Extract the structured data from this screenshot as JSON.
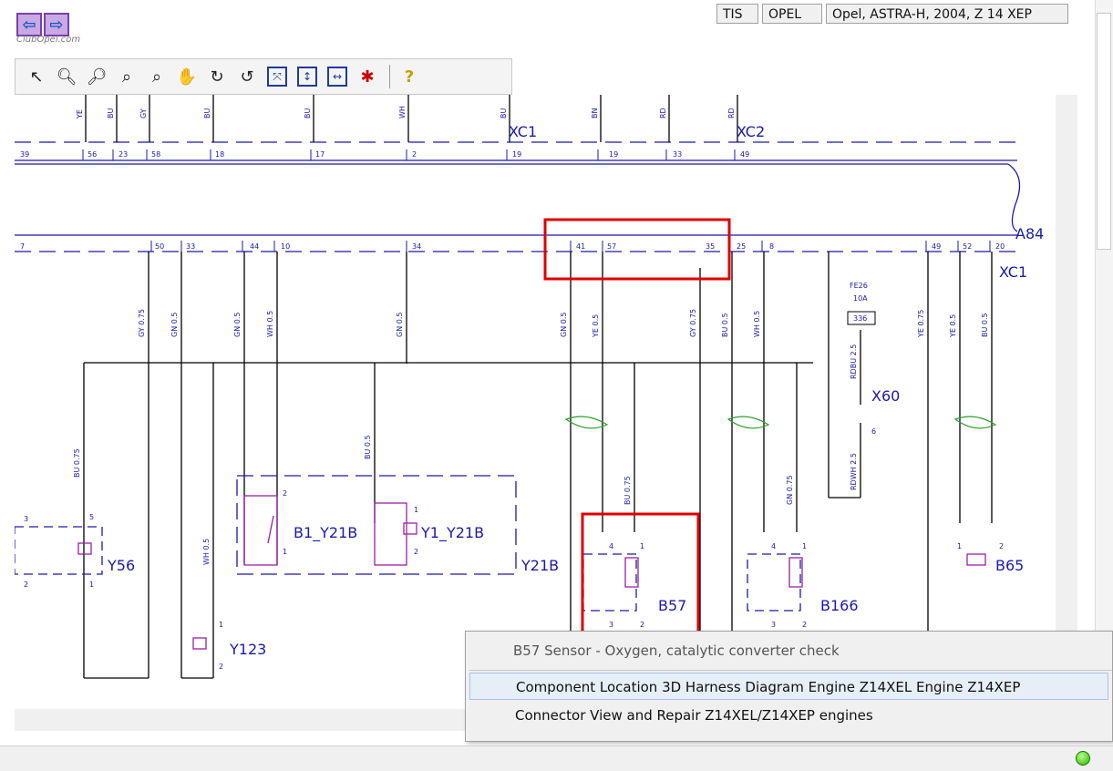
{
  "nav": {
    "back_icon": "arrow-left-icon",
    "forward_icon": "arrow-right-icon",
    "watermark": "ClubOpel.com"
  },
  "toolbar": {
    "tools": [
      "select-arrow-icon",
      "zoom-in-icon",
      "zoom-out-icon",
      "zoom-icon",
      "zoom-window-icon",
      "pan-hand-icon",
      "rotate-right-icon",
      "rotate-left-icon",
      "fit-all-icon",
      "fit-height-icon",
      "fit-width-icon",
      "highlight-icon",
      "help-icon"
    ]
  },
  "diagram": {
    "top_wires": [
      "YE",
      "BU",
      "GY",
      "BU",
      "BU",
      "WH",
      "BU",
      "BN",
      "RD",
      "RD"
    ],
    "top_pins": [
      "39",
      "56",
      "23",
      "58",
      "18",
      "17",
      "2",
      "19",
      "19",
      "33",
      "49"
    ],
    "connector_xc1_top": "XC1",
    "connector_xc2": "XC2",
    "module": "A84",
    "mid_pins": [
      "7",
      "50",
      "33",
      "44",
      "10",
      "34",
      "41",
      "57",
      "35",
      "25",
      "8",
      "49",
      "52",
      "20"
    ],
    "connector_xc1_right": "XC1",
    "wires": [
      "GY 0.75",
      "GN 0.5",
      "GN 0.5",
      "WH 0.5",
      "GN 0.5",
      "GN 0.5",
      "YE 0.5",
      "GY 0.75",
      "BU 0.5",
      "WH 0.5",
      "YE 0.75",
      "YE 0.5",
      "BU 0.5",
      "BU 0.75",
      "BU 0.5",
      "BU 0.75",
      "GN 0.75",
      "WH 0.5",
      "RDBU 2.5",
      "RDWH 2.5"
    ],
    "fuse_label": "FE26",
    "fuse_rating": "10A",
    "fuse_num": "336",
    "x60": "X60",
    "x60_pin": "6",
    "components": [
      "Y56",
      "B1_Y21B",
      "Y1_Y21B",
      "Y21B",
      "Y123",
      "B57",
      "B166",
      "B65"
    ],
    "comp_pins": [
      "3",
      "5",
      "2",
      "1",
      "2",
      "1",
      "1",
      "2",
      "1",
      "2",
      "4",
      "1",
      "3",
      "2",
      "4",
      "1",
      "3",
      "2",
      "1",
      "2"
    ],
    "highlight_color": "#e00000",
    "wire_color": "#1a1aa8",
    "component_color": "#9b1fa6"
  },
  "popup": {
    "title": "B57 Sensor - Oxygen, catalytic converter check",
    "items": [
      {
        "label": "Component Location  3D Harness Diagram  Engine Z14XEL  Engine Z14XEP"
      },
      {
        "label": "Connector View and Repair  Z14XEL/Z14XEP engines"
      }
    ]
  },
  "status": {
    "app": "TIS",
    "brand": "OPEL",
    "vehicle": "Opel, ASTRA-H, 2004, Z 14 XEP",
    "indicator_color": "#2db400"
  }
}
